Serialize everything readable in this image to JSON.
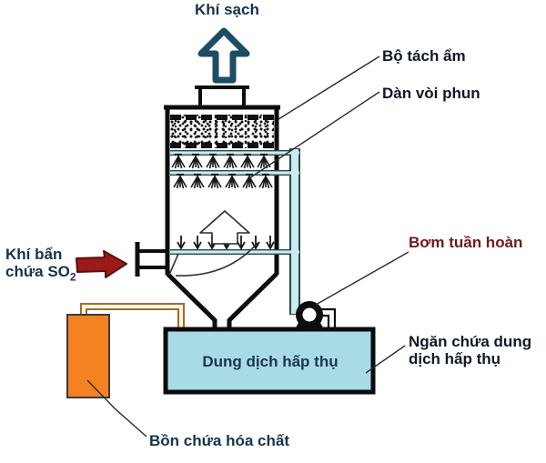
{
  "diagram": {
    "labels": {
      "clean_gas": "Khí sạch",
      "demister": "Bộ tách ẩm",
      "spray_header": "Dàn vòi phun",
      "dirty_gas_line1": "Khí bẩn",
      "dirty_gas_line2_prefix": "chứa SO",
      "dirty_gas_subscript": "2",
      "pump": "Bơm tuần hoàn",
      "solution": "Dung dịch hấp thụ",
      "reservoir_line1": "Ngăn chứa dung",
      "reservoir_line2": "dịch hấp thụ",
      "chemical_tank": "Bồn chứa hóa chất"
    },
    "colors": {
      "label_navy": "#15324d",
      "label_dark": "#101826",
      "label_maroon": "#6e1b1b",
      "clean_arrow_outline": "#1d4d63",
      "dirty_arrow_fill": "#9b1b1b",
      "solution_tank_fill": "#a9dbe7",
      "chemical_tank_fill": "#f58220",
      "pipe_teal_fill": "#cdeaee",
      "chemical_pipe_brown": "#9c6d24",
      "line_black": "#0d0d0d"
    }
  }
}
